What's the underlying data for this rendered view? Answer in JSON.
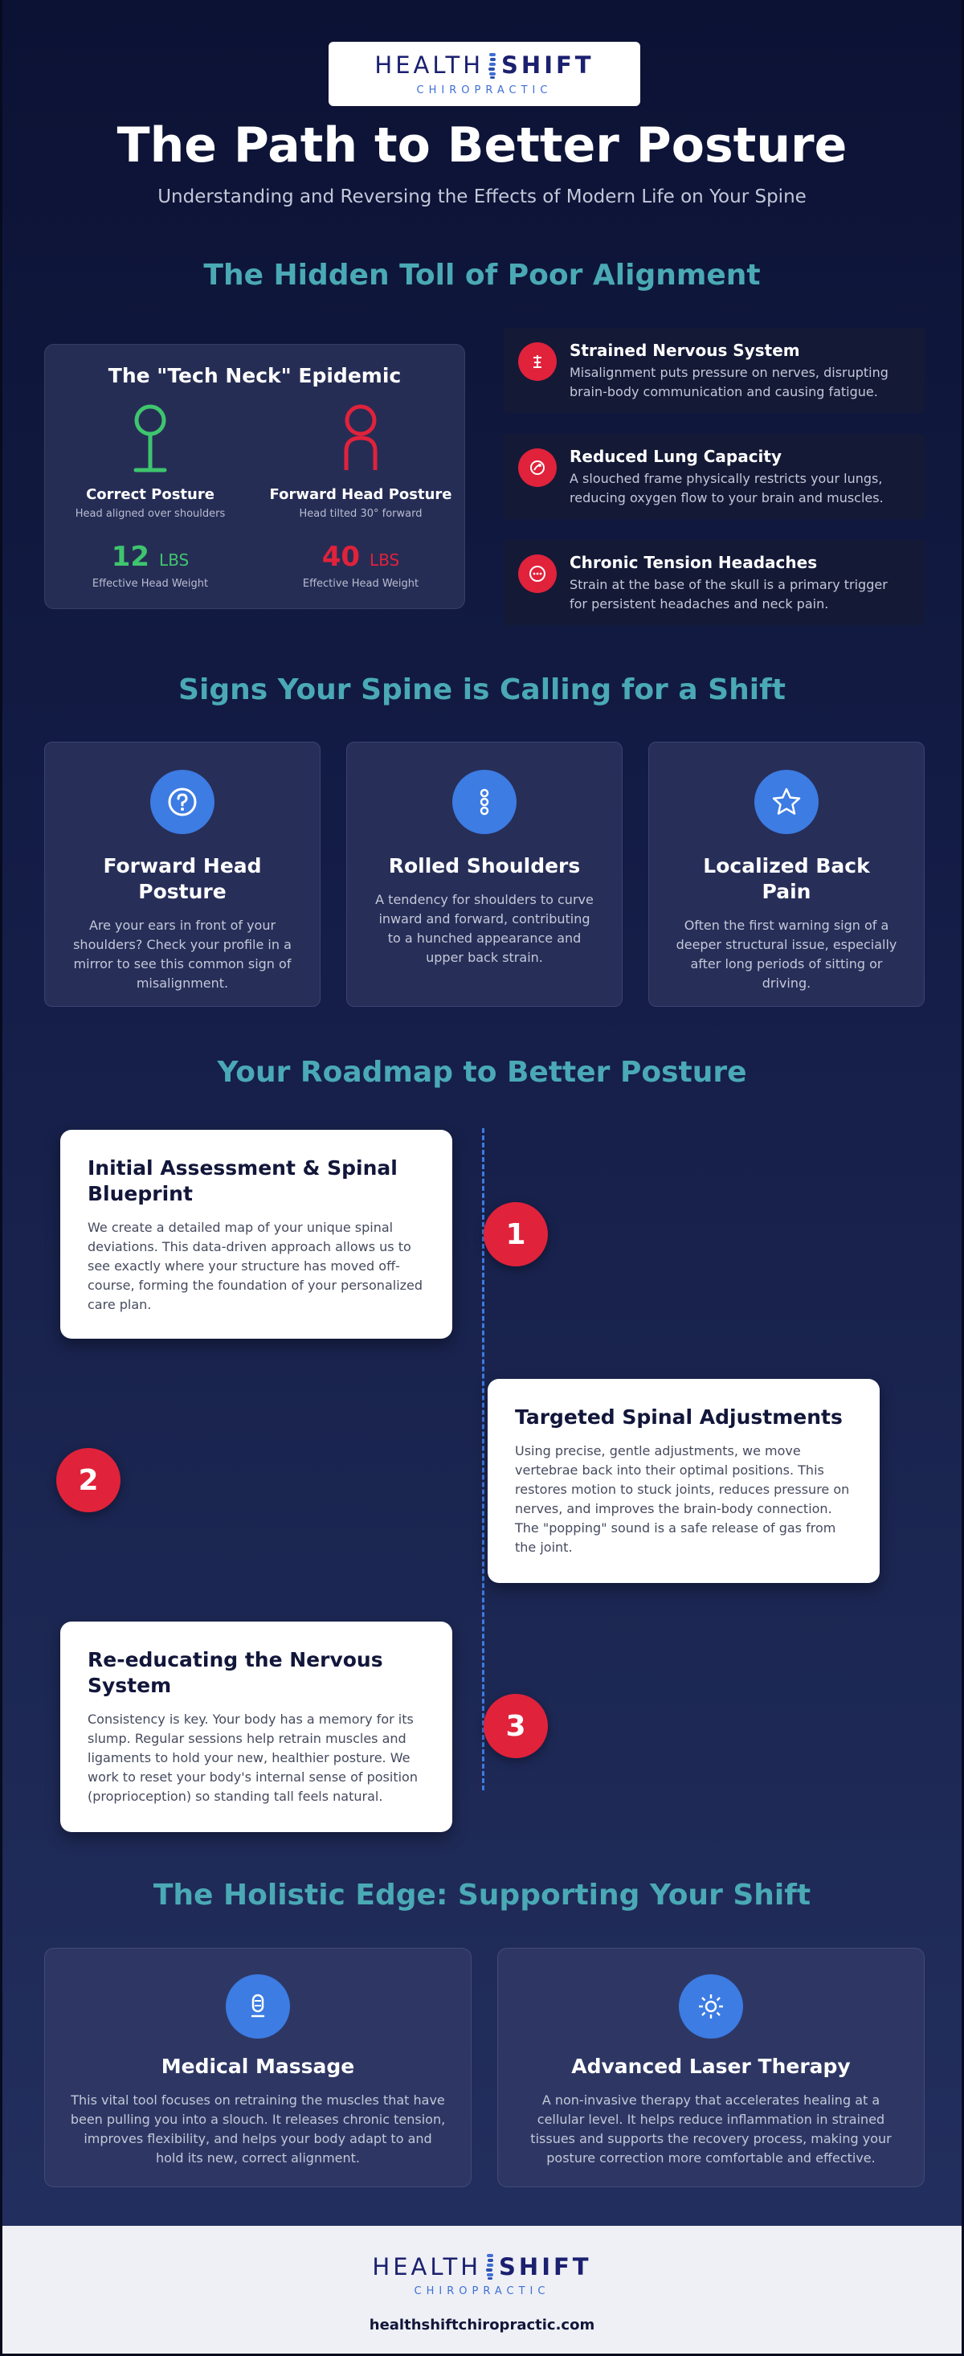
{
  "brand": {
    "name_light": "HEALTH",
    "name_bold": "SHIFT",
    "tagline": "CHIROPRACTIC",
    "url": "healthshiftchiropractic.com"
  },
  "header": {
    "title": "The Path to Better Posture",
    "subtitle": "Understanding and Reversing the Effects of Modern Life on Your Spine"
  },
  "toll": {
    "section_title": "The Hidden Toll of Poor Alignment",
    "tech_neck": {
      "title": "The \"Tech Neck\" Epidemic",
      "correct": {
        "label": "Correct Posture",
        "desc": "Head aligned over shoulders",
        "weight": "12",
        "unit": "LBS",
        "caption": "Effective Head Weight"
      },
      "forward": {
        "label": "Forward Head Posture",
        "desc": "Head tilted 30° forward",
        "weight": "40",
        "unit": "LBS",
        "caption": "Effective Head Weight"
      }
    },
    "effects": [
      {
        "icon": "nervous-system-icon",
        "title": "Strained Nervous System",
        "desc": "Misalignment puts pressure on nerves, disrupting brain-body communication and causing fatigue."
      },
      {
        "icon": "lungs-icon",
        "title": "Reduced Lung Capacity",
        "desc": "A slouched frame physically restricts your lungs, reducing oxygen flow to your brain and muscles."
      },
      {
        "icon": "headache-icon",
        "title": "Chronic Tension Headaches",
        "desc": "Strain at the base of the skull is a primary trigger for persistent headaches and neck pain."
      }
    ]
  },
  "signs": {
    "section_title": "Signs Your Spine is Calling for a Shift",
    "items": [
      {
        "icon": "question-icon",
        "title": "Forward Head Posture",
        "desc": "Are your ears in front of your shoulders? Check your profile in a mirror to see this common sign of misalignment."
      },
      {
        "icon": "shoulders-icon",
        "title": "Rolled Shoulders",
        "desc": "A tendency for shoulders to curve inward and forward, contributing to a hunched appearance and upper back strain."
      },
      {
        "icon": "star-icon",
        "title": "Localized Back Pain",
        "desc": "Often the first warning sign of a deeper structural issue, especially after long periods of sitting or driving."
      }
    ]
  },
  "roadmap": {
    "section_title": "Your Roadmap to Better Posture",
    "steps": [
      {
        "number": "1",
        "title": "Initial Assessment & Spinal Blueprint",
        "desc": "We create a detailed map of your unique spinal deviations. This data-driven approach allows us to see exactly where your structure has moved off-course, forming the foundation of your personalized care plan."
      },
      {
        "number": "2",
        "title": "Targeted Spinal Adjustments",
        "desc": "Using precise, gentle adjustments, we move vertebrae back into their optimal positions. This restores motion to stuck joints, reduces pressure on nerves, and improves the brain-body connection. The \"popping\" sound is a safe release of gas from the joint."
      },
      {
        "number": "3",
        "title": "Re-educating the Nervous System",
        "desc": "Consistency is key. Your body has a memory for its slump. Regular sessions help retrain muscles and ligaments to hold your new, healthier posture. We work to reset your body's internal sense of position (proprioception) so standing tall feels natural."
      }
    ]
  },
  "holistic": {
    "section_title": "The Holistic Edge: Supporting Your Shift",
    "items": [
      {
        "icon": "massage-icon",
        "title": "Medical Massage",
        "desc": "This vital tool focuses on retraining the muscles that have been pulling you into a slouch. It releases chronic tension, improves flexibility, and helps your body adapt to and hold its new, correct alignment."
      },
      {
        "icon": "laser-icon",
        "title": "Advanced Laser Therapy",
        "desc": "A non-invasive therapy that accelerates healing at a cellular level. It helps reduce inflammation in strained tissues and supports the recovery process, making your posture correction more comfortable and effective."
      }
    ]
  },
  "colors": {
    "accent_teal": "#4aa9b5",
    "accent_red": "#e0223b",
    "accent_green": "#3ec56e",
    "accent_blue": "#3c7ce3",
    "brand_navy": "#1b2070"
  }
}
